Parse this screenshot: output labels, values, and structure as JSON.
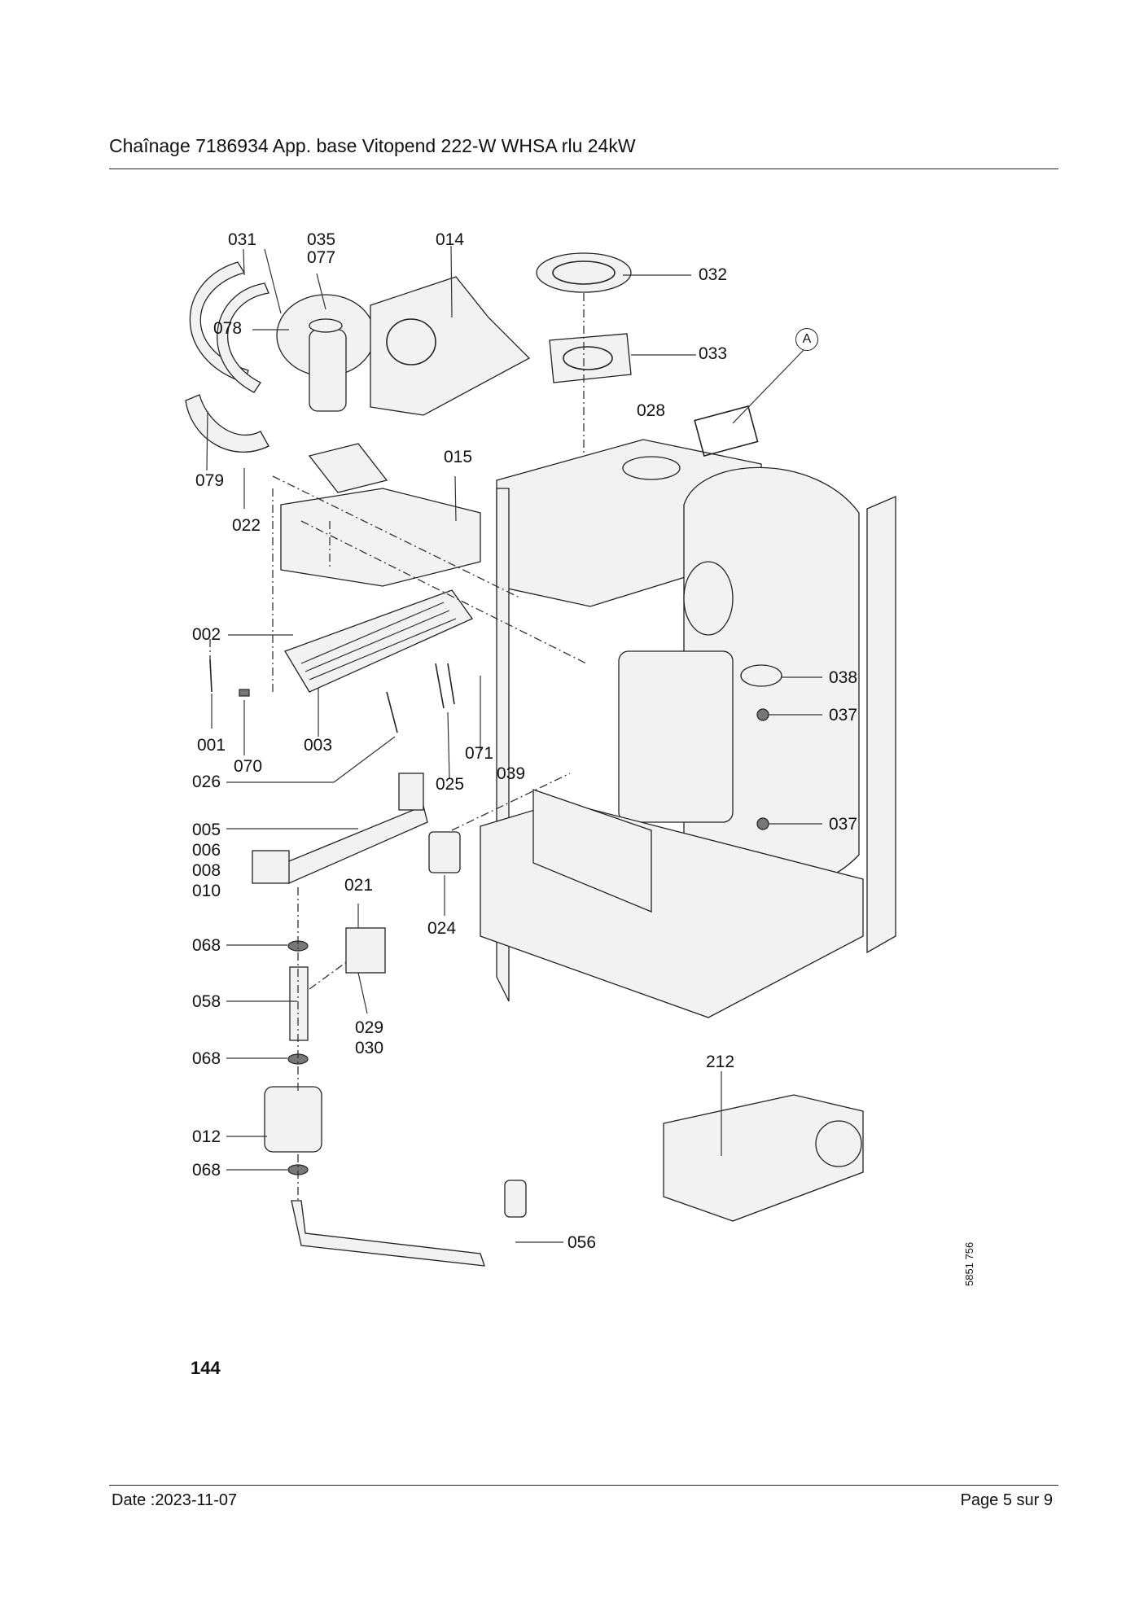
{
  "header": {
    "title": "Chaînage 7186934 App. base Vitopend 222-W WHSA rlu 24kW"
  },
  "diagram": {
    "labels": {
      "l031": "031",
      "l035": "035\n077",
      "l014": "014",
      "l032": "032",
      "l033": "033",
      "lA": "A",
      "l078": "078",
      "l028": "028",
      "l079": "079",
      "l015": "015",
      "l022": "022",
      "l002": "002",
      "l038": "038",
      "l037a": "037",
      "l001": "001",
      "l003": "003",
      "l070": "070",
      "l071": "071",
      "l039": "039",
      "l026": "026",
      "l025": "025",
      "l005": "005\n006\n008\n010",
      "l037b": "037",
      "l021": "021",
      "l024": "024",
      "l068a": "068",
      "l058": "058",
      "l029": "029\n030",
      "l068b": "068",
      "l212": "212",
      "l012": "012",
      "l068c": "068",
      "l056": "056"
    },
    "figure_number": "144",
    "drawing_code": "5851 756"
  },
  "footer": {
    "date": "Date :2023-11-07",
    "page": "Page 5 sur  9"
  }
}
